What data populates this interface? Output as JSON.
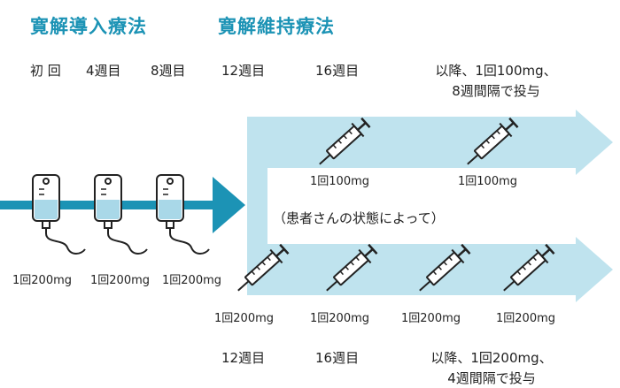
{
  "phases": {
    "induction": "寛解導入療法",
    "maintenance": "寛解維持療法"
  },
  "timeline_top": {
    "initial": "初 回",
    "week4": "4週目",
    "week8": "8週目",
    "week12": "12週目",
    "week16": "16週目",
    "thereafter_line1": "以降、1回100mg、",
    "thereafter_line2": "8週間隔で投与"
  },
  "timeline_bottom": {
    "week12": "12週目",
    "week16": "16週目",
    "thereafter_line1": "以降、1回200mg、",
    "thereafter_line2": "4週間隔で投与"
  },
  "iv_doses": [
    "1回200mg",
    "1回200mg",
    "1回200mg"
  ],
  "upper_branch_doses": [
    "1回100mg",
    "1回100mg"
  ],
  "lower_branch_doses": [
    "1回200mg",
    "1回200mg",
    "1回200mg",
    "1回200mg"
  ],
  "branch_note": "（患者さんの状態によって）",
  "colors": {
    "accent": "#1c93b5",
    "branch_arrow": "#bfe3ee",
    "iv_fluid": "#a9d8e8",
    "outline": "#222222"
  },
  "icons": [
    "iv-bag-icon",
    "syringe-icon"
  ]
}
